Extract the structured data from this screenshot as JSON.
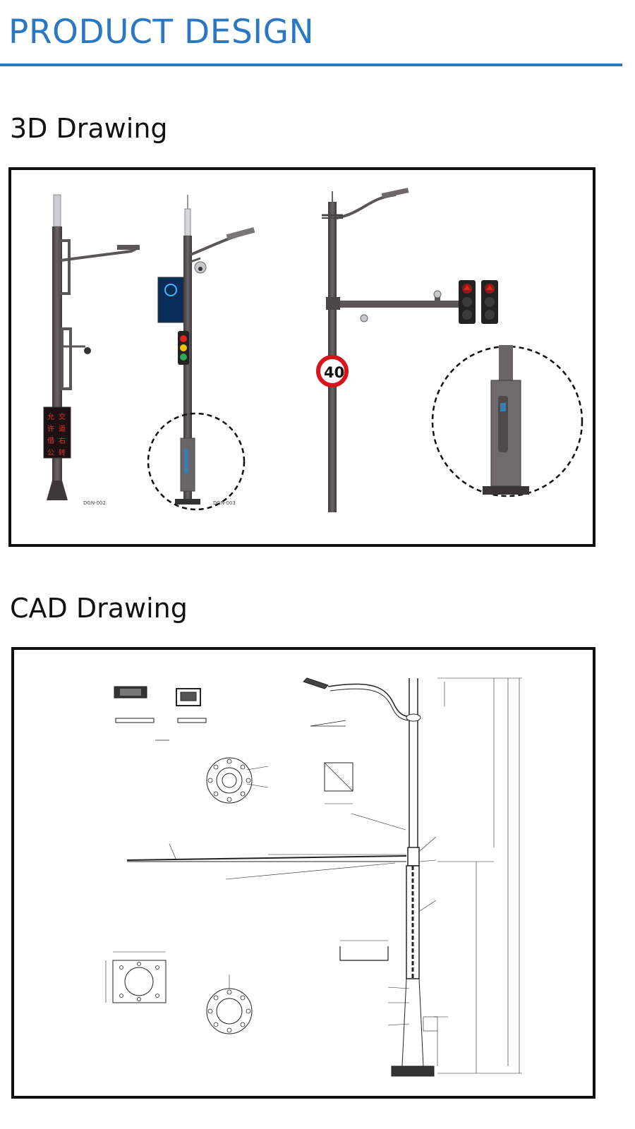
{
  "header": {
    "title": "PRODUCT DESIGN"
  },
  "sections": {
    "drawing3d": {
      "title": "3D Drawing",
      "model_labels": [
        "DGN-002",
        "DGN-003"
      ],
      "speed_sign": "40",
      "led_panel_text": [
        "允",
        "交",
        "许",
        "道",
        "借",
        "右",
        "公",
        "转"
      ]
    },
    "cad": {
      "title": "CAD Drawing"
    }
  },
  "colors": {
    "accent": "#2b78c2",
    "pole": "#5a5557",
    "led_text": "#e0342b",
    "light_red": "#e2231a",
    "light_yellow": "#f2c200",
    "light_green": "#2fa84f",
    "sign_ring": "#d7141b"
  }
}
